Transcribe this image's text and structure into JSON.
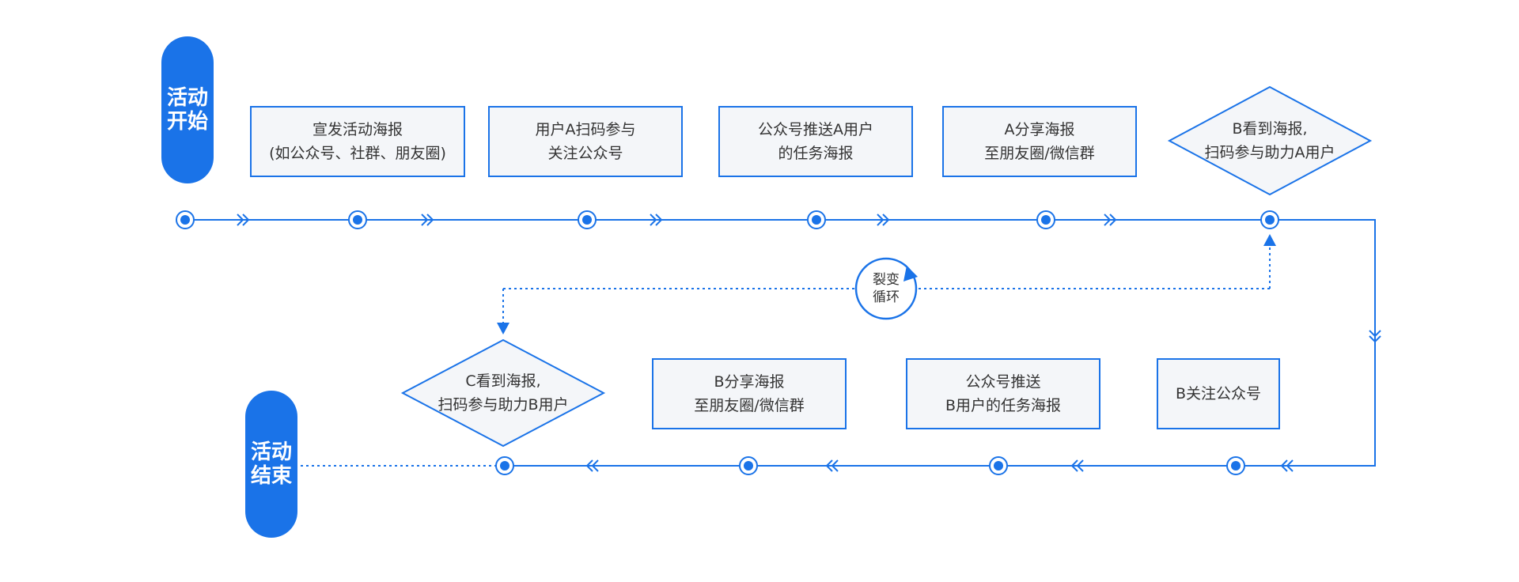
{
  "start": {
    "label": "活动\n开始"
  },
  "end": {
    "label": "活动\n结束"
  },
  "top_steps": [
    {
      "label": "宣发活动海报\n(如公众号、社群、朋友圈)"
    },
    {
      "label": "用户A扫码参与\n关注公众号"
    },
    {
      "label": "公众号推送A用户\n的任务海报"
    },
    {
      "label": "A分享海报\n至朋友圈/微信群"
    },
    {
      "label": "B看到海报,\n扫码参与助力A用户"
    }
  ],
  "bottom_steps": [
    {
      "label": "B关注公众号"
    },
    {
      "label": "公众号推送\nB用户的任务海报"
    },
    {
      "label": "B分享海报\n至朋友圈/微信群"
    },
    {
      "label": "C看到海报,\n扫码参与助力B用户"
    }
  ],
  "loop": {
    "label": "裂变\n循环"
  },
  "colors": {
    "accent": "#1a73e8",
    "box_fill": "#f4f6f9",
    "text": "#333333"
  }
}
